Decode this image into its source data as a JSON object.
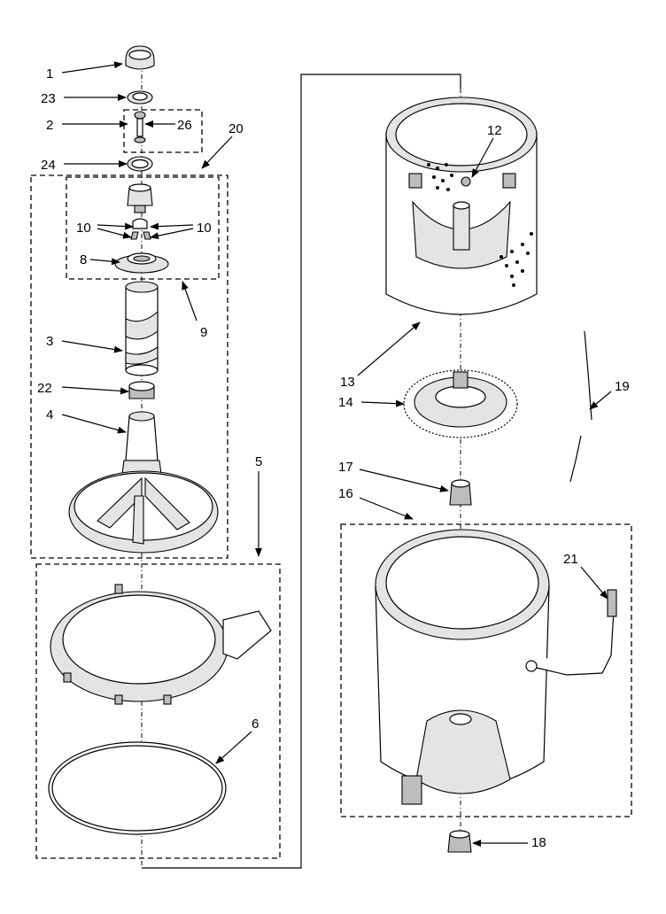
{
  "diagram": {
    "callouts": [
      {
        "id": "c1",
        "text": "1"
      },
      {
        "id": "c23",
        "text": "23"
      },
      {
        "id": "c2",
        "text": "2"
      },
      {
        "id": "c26",
        "text": "26"
      },
      {
        "id": "c20",
        "text": "20"
      },
      {
        "id": "c24",
        "text": "24"
      },
      {
        "id": "c10a",
        "text": "10"
      },
      {
        "id": "c10b",
        "text": "10"
      },
      {
        "id": "c8",
        "text": "8"
      },
      {
        "id": "c9",
        "text": "9"
      },
      {
        "id": "c3",
        "text": "3"
      },
      {
        "id": "c22",
        "text": "22"
      },
      {
        "id": "c4",
        "text": "4"
      },
      {
        "id": "c5",
        "text": "5"
      },
      {
        "id": "c6",
        "text": "6"
      },
      {
        "id": "c12",
        "text": "12"
      },
      {
        "id": "c13",
        "text": "13"
      },
      {
        "id": "c14",
        "text": "14"
      },
      {
        "id": "c19",
        "text": "19"
      },
      {
        "id": "c17",
        "text": "17"
      },
      {
        "id": "c16",
        "text": "16"
      },
      {
        "id": "c21",
        "text": "21"
      },
      {
        "id": "c18",
        "text": "18"
      }
    ]
  }
}
